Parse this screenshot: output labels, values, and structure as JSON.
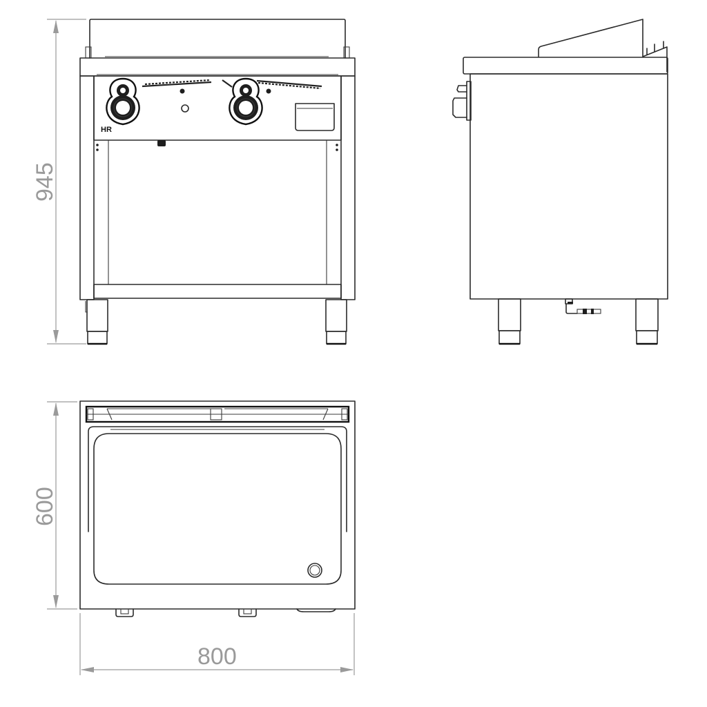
{
  "drawing": {
    "subject": "Gas griddle on open stand — orthographic views",
    "views": [
      "front",
      "side",
      "top"
    ],
    "dimensions": {
      "height": "945",
      "depth": "600",
      "width": "800"
    },
    "front_panel_badge": "HR",
    "colors": {
      "line": "#2a2a2a",
      "dimension": "#9a9a9a",
      "background": "#ffffff"
    }
  }
}
